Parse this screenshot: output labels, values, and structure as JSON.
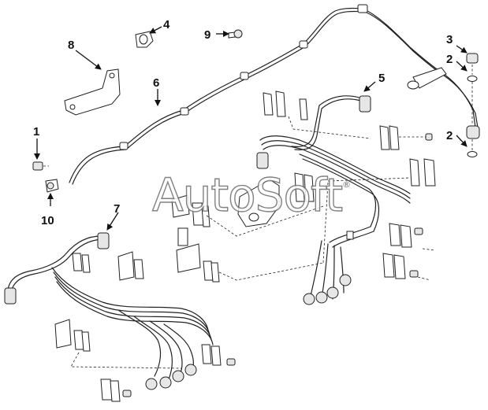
{
  "callouts": {
    "c1": "1",
    "c2a": "2",
    "c2b": "2",
    "c3": "3",
    "c4": "4",
    "c5": "5",
    "c6": "6",
    "c7": "7",
    "c8": "8",
    "c9": "9",
    "c10": "10"
  },
  "watermark": {
    "text": "AutoSoft",
    "symbol": "®"
  }
}
